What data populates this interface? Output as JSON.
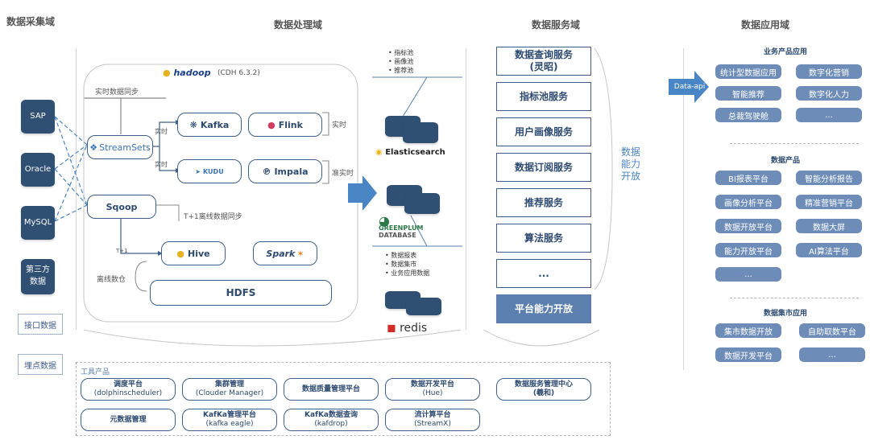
{
  "domains": {
    "collect": "数据采集域",
    "process": "数据处理域",
    "service": "数据服务域",
    "apply": "数据应用域"
  },
  "sources": {
    "sap": "SAP",
    "oracle": "Oracle",
    "mysql": "MySQL",
    "third_party_1": "第三方",
    "third_party_2": "数据",
    "interface": "接口数据",
    "tracking": "埋点数据"
  },
  "processing": {
    "hadoop_logo": "hadoop",
    "cdh": "(CDH 6.3.2)",
    "realtime_sync": "实时数据同步",
    "streamsets": "StreamSets",
    "sqoop": "Sqoop",
    "kafka": "Kafka",
    "flink": "Flink",
    "kudu": "KUDU",
    "impala": "Impala",
    "hive": "Hive",
    "spark": "Spark",
    "hdfs": "HDFS",
    "label_realtime": "实时",
    "label_near_realtime": "准实时",
    "edge_realtime_1": "实时",
    "edge_realtime_2": "实时",
    "t1_offline_sync": "T+1离线数据同步",
    "t1": "T+1",
    "offline_warehouse": "离线数仓"
  },
  "storage": {
    "es_bullets": [
      "指标池",
      "画像池",
      "推荐池"
    ],
    "elasticsearch": "Elasticsearch",
    "greenplum_1": "GREENPLUM",
    "greenplum_2": "DATABASE",
    "gp_bullets": [
      "数据报表",
      "数据集市",
      "业务应用数据"
    ],
    "redis": "redis"
  },
  "services": {
    "items": [
      {
        "line1": "数据查询服务",
        "line2": "(灵昭)"
      },
      {
        "line1": "指标池服务",
        "line2": ""
      },
      {
        "line1": "用户画像服务",
        "line2": ""
      },
      {
        "line1": "数据订阅服务",
        "line2": ""
      },
      {
        "line1": "推荐服务",
        "line2": ""
      },
      {
        "line1": "算法服务",
        "line2": ""
      },
      {
        "line1": "...",
        "line2": ""
      }
    ],
    "platform": "平台能力开放",
    "capability_open": "数据能力开放"
  },
  "apply": {
    "data_api": "Data-api",
    "biz_head": "业务产品应用",
    "biz": [
      "统计型数据应用",
      "数字化营销",
      "智能推荐",
      "数字化人力",
      "总裁驾驶舱",
      "..."
    ],
    "product_head": "数据产品",
    "product": [
      "BI报表平台",
      "智能分析报告",
      "画像分析平台",
      "精准营销平台",
      "数据开放平台",
      "数据大屏",
      "能力开放平台",
      "AI算法平台",
      "..."
    ],
    "mart_head": "数据集市应用",
    "mart": [
      "集市数据开放",
      "自助取数平台",
      "数据开发平台",
      "..."
    ]
  },
  "tools": {
    "head": "工具产品",
    "items": [
      {
        "line1": "调度平台",
        "line2": "(dolphinscheduler)"
      },
      {
        "line1": "集群管理",
        "line2": "(Clouder Manager)"
      },
      {
        "line1": "数据质量管理平台",
        "line2": ""
      },
      {
        "line1": "数据开发平台",
        "line2": "(Hue)"
      },
      {
        "line1": "元数据管理",
        "line2": ""
      },
      {
        "line1": "KafKa管理平台",
        "line2": "(kafka eagle)"
      },
      {
        "line1": "KafKa数据查询",
        "line2": "(kafdrop)"
      },
      {
        "line1": "流计算平台",
        "line2": "(StreamX)"
      }
    ],
    "service_mgmt_1": "数据服务管理中心",
    "service_mgmt_2": "(羲和)"
  },
  "colors": {
    "navy": "#2f4f73",
    "accent": "#4a86c5",
    "button": "#6d8db8",
    "service_primary": "#5b7fae"
  }
}
